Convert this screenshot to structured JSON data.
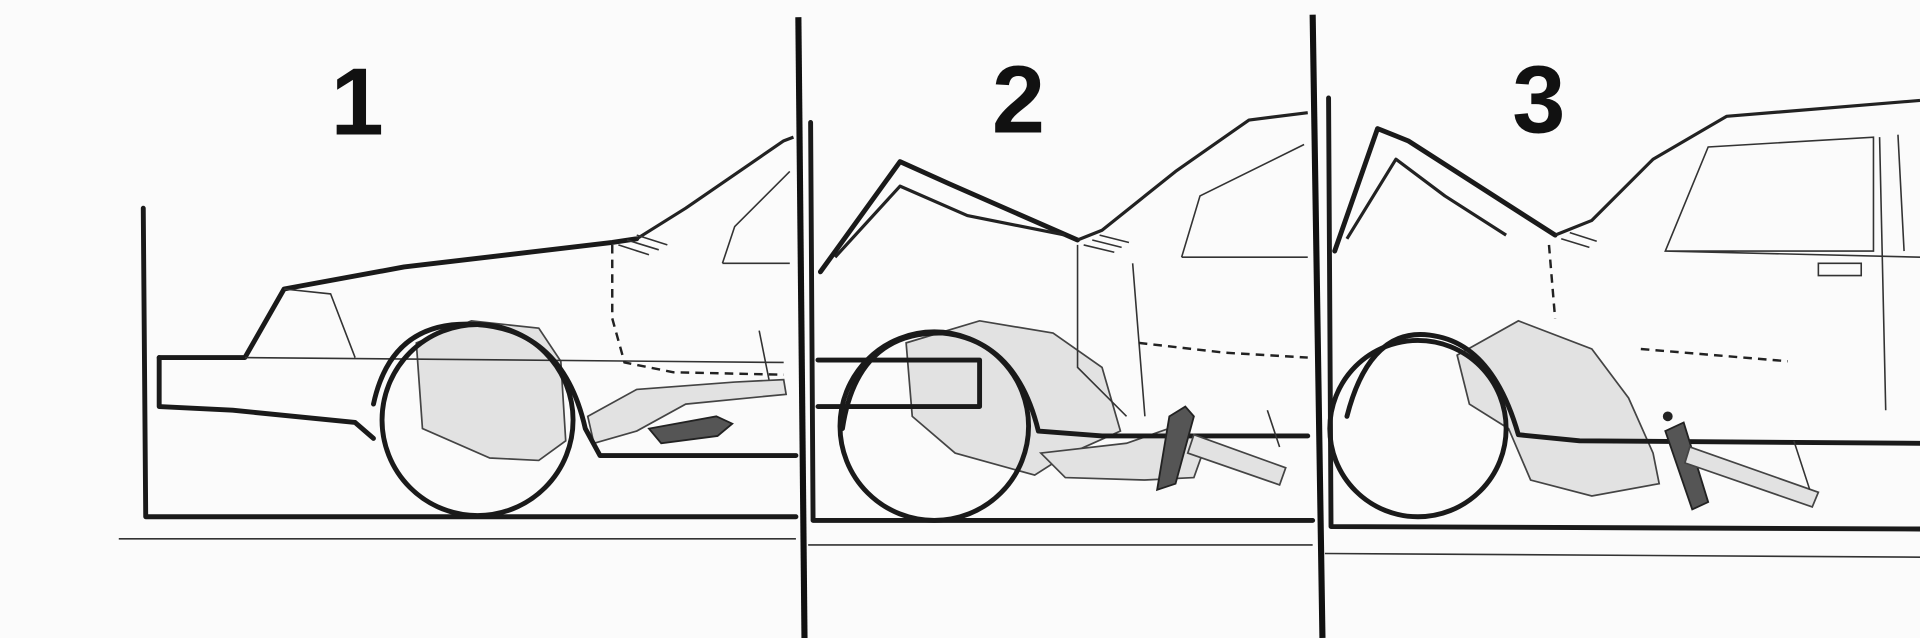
{
  "panels": [
    {
      "label": "1"
    },
    {
      "label": "2"
    },
    {
      "label": "3"
    }
  ],
  "colors": {
    "ink": "#1a1a1a",
    "paper": "#fbfbfb",
    "shading": "#e2e2e2"
  }
}
